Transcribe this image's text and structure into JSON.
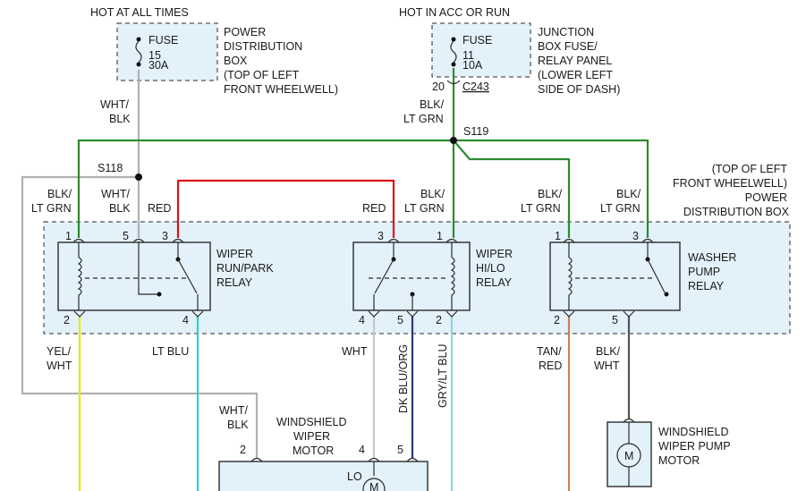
{
  "top_labels": {
    "hot_at_all_times": "HOT AT ALL TIMES",
    "hot_in_acc": "HOT IN ACC OR RUN"
  },
  "fuse15": {
    "label": "FUSE",
    "number": "15",
    "rating": "30A"
  },
  "fuse11": {
    "label": "FUSE",
    "number": "11",
    "rating": "10A"
  },
  "pdb_desc": [
    "POWER",
    "DISTRIBUTION",
    "BOX",
    "(TOP OF LEFT",
    "FRONT WHEELWELL)"
  ],
  "jb_desc": [
    "JUNCTION",
    "BOX FUSE/",
    "RELAY PANEL",
    "(LOWER LEFT",
    "SIDE OF DASH)"
  ],
  "connector": {
    "pin": "20",
    "name": "C243"
  },
  "splices": {
    "s119": "S119",
    "s118": "S118"
  },
  "wires": {
    "wht_blk": [
      "WHT/",
      "BLK"
    ],
    "blk_ltgrn": [
      "BLK/",
      "LT GRN"
    ],
    "red": "RED",
    "yel_wht": [
      "YEL/",
      "WHT"
    ],
    "lt_blu": "LT BLU",
    "wht": "WHT",
    "dk_blu_org": "DK BLU/ORG",
    "gry_lt_blu": "GRY/LT BLU",
    "tan_red": [
      "TAN/",
      "RED"
    ],
    "blk_wht": [
      "BLK/",
      "WHT"
    ]
  },
  "pdb_right_label": [
    "(TOP OF LEFT",
    "FRONT WHEELWELL)",
    "POWER",
    "DISTRIBUTION BOX"
  ],
  "relays": {
    "wiper_run_park": [
      "WIPER",
      "RUN/PARK",
      "RELAY"
    ],
    "wiper_hi_lo": [
      "WIPER",
      "HI/LO",
      "RELAY"
    ],
    "washer_pump": [
      "WASHER",
      "PUMP",
      "RELAY"
    ]
  },
  "pins": {
    "r1": [
      "1",
      "5",
      "3",
      "2",
      "4"
    ],
    "r2": [
      "3",
      "1",
      "4",
      "5",
      "2"
    ],
    "r3": [
      "1",
      "3",
      "2",
      "5"
    ],
    "motor": [
      "2",
      "4",
      "5"
    ]
  },
  "wiper_motor": {
    "label": [
      "WINDSHIELD",
      "WIPER",
      "MOTOR"
    ],
    "lo": "LO",
    "symbol": "M"
  },
  "pump_motor": {
    "label": [
      "WINDSHIELD",
      "WIPER PUMP",
      "MOTOR"
    ],
    "symbol": "M"
  },
  "colors": {
    "green": "#2e8b2e",
    "red": "#e01010",
    "yellow": "#e8e800",
    "cyan": "#30d0d0",
    "gray": "#b0b0b0",
    "dark_blue": "#2d3a7a",
    "tan": "#c8825a",
    "dark_gray": "#555555",
    "panel": "#e3f1fb"
  }
}
